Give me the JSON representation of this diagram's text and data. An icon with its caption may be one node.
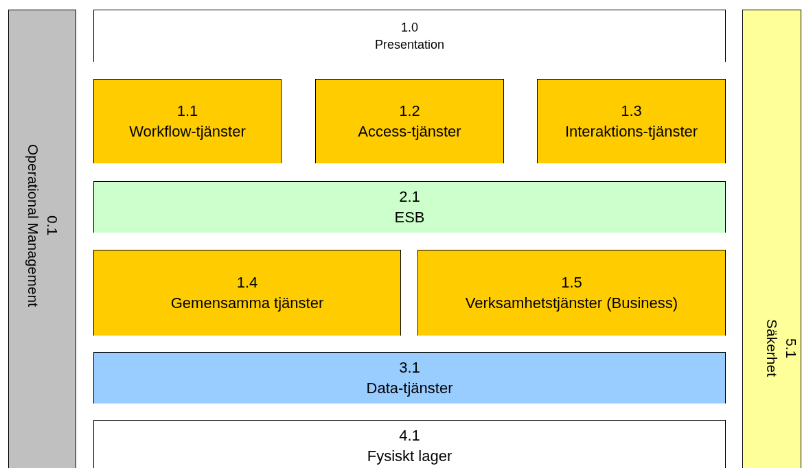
{
  "diagram": {
    "nodes": [
      {
        "text": [
          "0.1",
          "Operational Management"
        ]
      },
      {
        "text": [
          "1.0",
          "Presentation"
        ]
      },
      {
        "text": [
          "1.1",
          "Workflow-tjänster"
        ]
      },
      {
        "text": [
          "1.2",
          "Access-tjänster"
        ]
      },
      {
        "text": [
          "1.3",
          "Interaktions-tjänster"
        ]
      },
      {
        "text": [
          "2.1",
          "ESB"
        ]
      },
      {
        "text": [
          "1.4",
          "Gemensamma tjänster"
        ]
      },
      {
        "text": [
          "1.5",
          "Verksamhetstjänster (Business)"
        ]
      },
      {
        "text": [
          "3.1",
          "Data-tjänster"
        ]
      },
      {
        "text": [
          "4.1",
          "Fysiskt lager"
        ]
      },
      {
        "text": [
          "5.1",
          "Säkerhet"
        ]
      }
    ]
  }
}
